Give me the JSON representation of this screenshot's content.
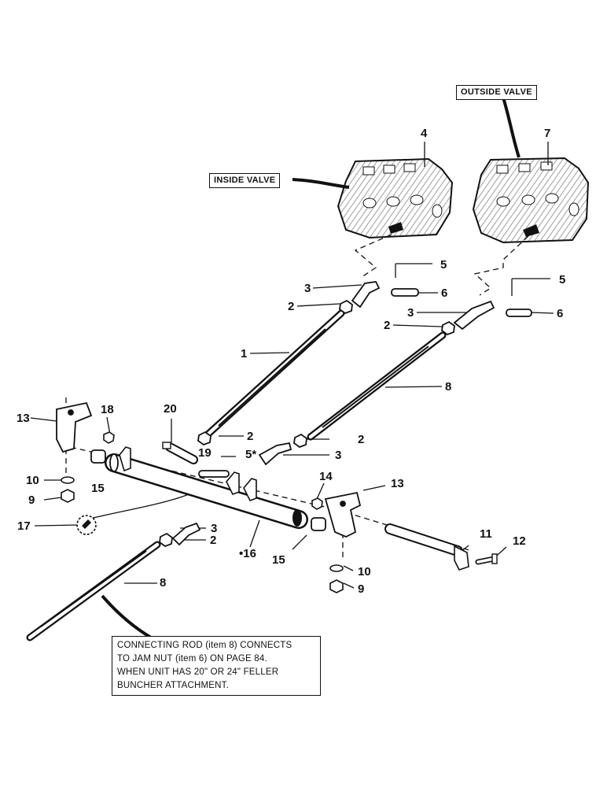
{
  "callouts": {
    "inside_valve": "INSIDE VALVE",
    "outside_valve": "OUTSIDE VALVE"
  },
  "part_labels": {
    "p4": "4",
    "p7": "7",
    "p5a": "5",
    "p6a": "6",
    "p3a": "3",
    "p2a": "2",
    "p5b": "5",
    "p3b": "3",
    "p6b": "6",
    "p2b": "2",
    "p1": "1",
    "p8a": "8",
    "p13a": "13",
    "p18": "18",
    "p20": "20",
    "p2c": "2",
    "p2d": "2",
    "p19": "19",
    "p5c": "5*",
    "p3c": "3",
    "p14": "14",
    "p13b": "13",
    "p10a": "10",
    "p15a": "15",
    "p9a": "9",
    "p17": "17",
    "p3d": "3",
    "p2e": "2",
    "p16": "•16",
    "p15b": "15",
    "p11": "11",
    "p12": "12",
    "p10b": "10",
    "p9b": "9",
    "p8b": "8"
  },
  "note": {
    "line1": "CONNECTING ROD (item 8) CONNECTS",
    "line2": "TO JAM NUT (item 6) ON PAGE  84.",
    "line3": "WHEN UNIT HAS 20\" OR 24\" FELLER",
    "line4": "BUNCHER ATTACHMENT."
  }
}
